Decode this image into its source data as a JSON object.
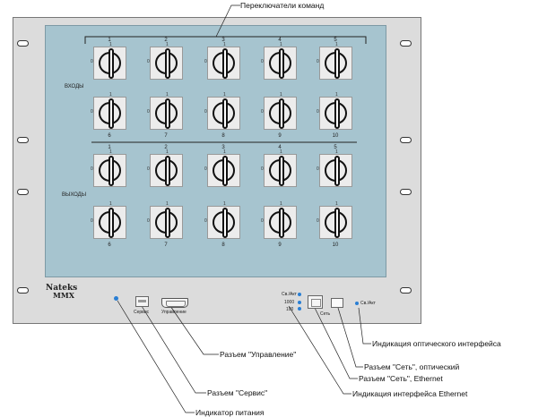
{
  "callouts": {
    "command_switches": "Переключатели команд",
    "control_connector": "Разъем \"Управление\"",
    "service_connector": "Разъем \"Сервис\"",
    "power_indicator": "Индикатор питания",
    "optical_indicator": "Индикация оптического интерфейса",
    "network_optical": "Разъем \"Сеть\", оптический",
    "network_ethernet": "Разъем \"Сеть\", Ethernet",
    "ethernet_indicator": "Индикация интерфейса Ethernet"
  },
  "sections": {
    "inputs": "ВХОДЫ",
    "outputs": "ВЫХОДЫ"
  },
  "switch_numbers": {
    "top": [
      "1",
      "2",
      "3",
      "4",
      "5"
    ],
    "bottom": [
      "6",
      "7",
      "8",
      "9",
      "10"
    ]
  },
  "switch_marks": {
    "off": "0",
    "on": "1"
  },
  "logo": {
    "line1": "Nateks",
    "line2": "MMX"
  },
  "ports": {
    "service": "Сервис",
    "control": "Управление",
    "network": "Сеть",
    "link_act": "Св./Акт",
    "speed_1000": "1000",
    "speed_100": "100",
    "opt_link_act": "Св./Акт"
  },
  "colors": {
    "panel": "#dcdcdc",
    "inner": "#a6c4cf",
    "led": "#2a7fd4"
  }
}
